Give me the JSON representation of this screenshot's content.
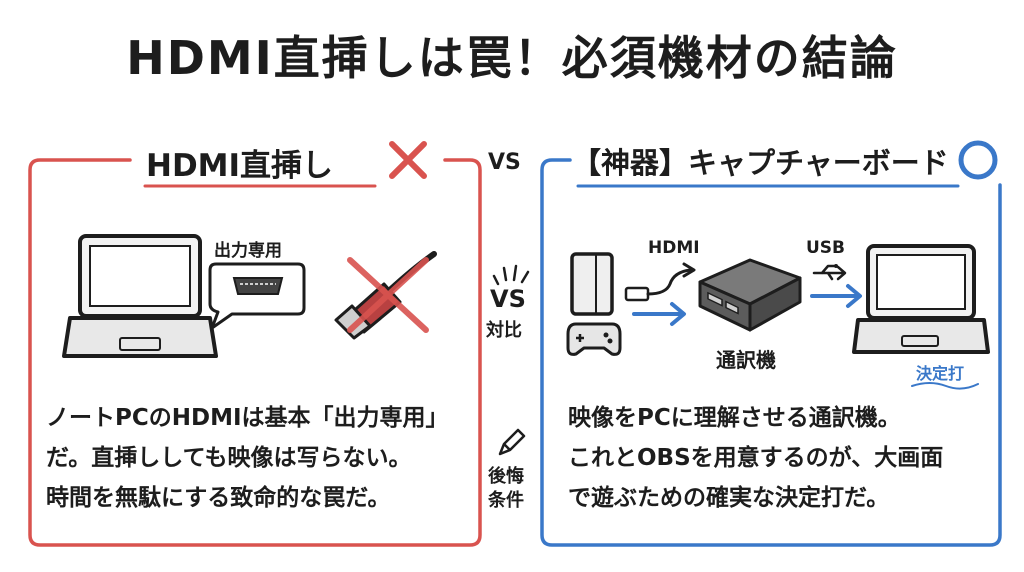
{
  "title": "HDMI直挿しは罠！必須機材の結論",
  "left_panel": {
    "heading": "HDMI直挿し",
    "port_label": "出力専用",
    "body_lines": [
      "ノートPCのHDMIは基本「出力専用」",
      "だ。直挿ししても映像は写らない。",
      "時間を無駄にする致命的な罠だ。"
    ]
  },
  "center": {
    "vs_top": "VS",
    "vs_mid": "VS",
    "compare_label": "対比",
    "regret_label_1": "後悔",
    "regret_label_2": "条件"
  },
  "right_panel": {
    "heading": "【神器】キャプチャーボード",
    "hdmi_label": "HDMI",
    "usb_label": "USB",
    "device_label": "通訳機",
    "note_label": "決定打",
    "body_lines": [
      "映像をPCに理解させる通訳機。",
      "これとOBSを用意するのが、大画面",
      "で遊ぶための確実な決定打だ。"
    ]
  },
  "colors": {
    "left_accent": "#d9534f",
    "right_accent": "#3a78c9",
    "ink": "#1d1d1d"
  }
}
